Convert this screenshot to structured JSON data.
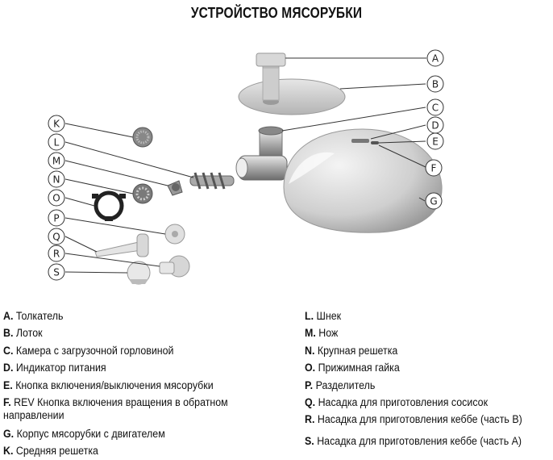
{
  "title": "УСТРОЙСТВО МЯСОРУБКИ",
  "callouts": [
    "A",
    "B",
    "C",
    "D",
    "E",
    "F",
    "G",
    "K",
    "L",
    "M",
    "N",
    "O",
    "P",
    "Q",
    "R",
    "S"
  ],
  "legend_left": [
    {
      "key": "A.",
      "text": " Толкатель"
    },
    {
      "key": "B.",
      "text": " Лоток"
    },
    {
      "key": "C.",
      "text": " Камера с загрузочной горловиной"
    },
    {
      "key": "D.",
      "text": " Индикатор питания"
    },
    {
      "key": "E.",
      "text": " Кнопка включения/выключения мясорубки"
    },
    {
      "key": "F.",
      "text": " REV Кнопка включения вращения в обратном направлении"
    },
    {
      "key": "G.",
      "text": " Корпус мясорубки с двигателем"
    },
    {
      "key": "K.",
      "text": " Средняя решетка"
    }
  ],
  "legend_right": [
    {
      "key": "L.",
      "text": " Шнек"
    },
    {
      "key": "M.",
      "text": " Нож"
    },
    {
      "key": "N.",
      "text": " Крупная решетка"
    },
    {
      "key": "O.",
      "text": " Прижимная гайка"
    },
    {
      "key": "P.",
      "text": " Разделитель"
    },
    {
      "key": "Q.",
      "text": " Насадка для приготовления сосисок"
    },
    {
      "key": "R.",
      "text": " Насадка для приготовления кеббе (часть В)"
    },
    {
      "key": "S.",
      "text": " Насадка для приготовления кеббе (часть А)"
    }
  ]
}
